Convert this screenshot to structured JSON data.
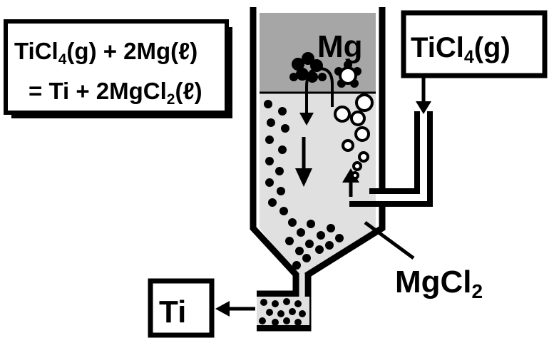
{
  "equation": {
    "line1": {
      "a": "TiCl",
      "a_sub": "4",
      "b": "(g) + 2Mg(ℓ)"
    },
    "line2": {
      "a": "= Ti + 2MgCl",
      "a_sub": "2",
      "b": "(ℓ)"
    }
  },
  "labels": {
    "mg": "Mg",
    "ticl4": {
      "a": "TiCl",
      "sub": "4",
      "b": "(g)"
    },
    "mgcl2": {
      "a": "MgCl",
      "sub": "2"
    },
    "ti": "Ti"
  },
  "colors": {
    "outline": "#000000",
    "mg_layer": "#a6a6a6",
    "mgcl2_melt": "#e0e0e0",
    "background": "#ffffff"
  }
}
